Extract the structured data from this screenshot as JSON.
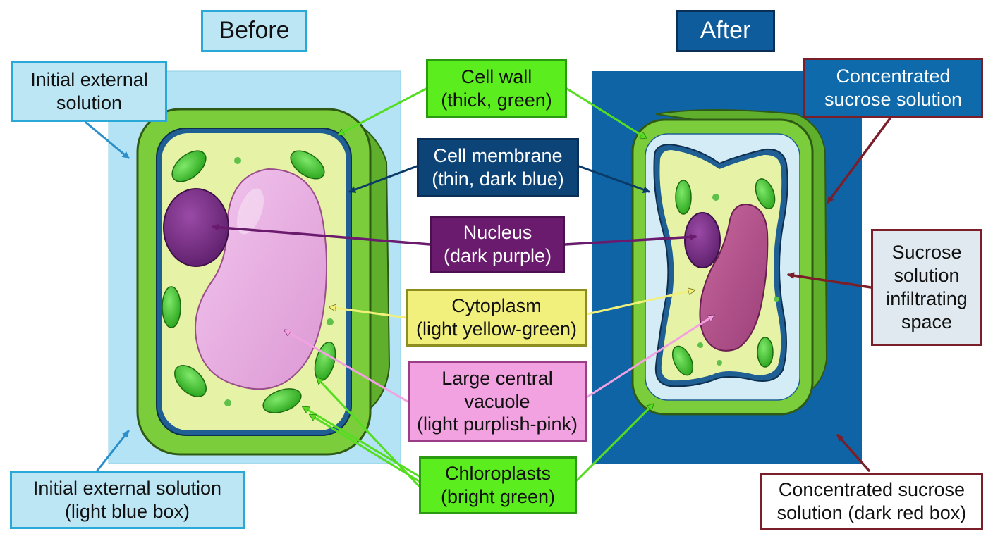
{
  "headings": {
    "before": "Before",
    "after": "After"
  },
  "labels": {
    "initial_external_solution": [
      "Initial external",
      "solution"
    ],
    "initial_external_solution_box": [
      "Initial external solution",
      "(light blue box)"
    ],
    "cell_wall": [
      "Cell wall",
      "(thick, green)"
    ],
    "cell_membrane": [
      "Cell membrane",
      "(thin, dark blue)"
    ],
    "nucleus": [
      "Nucleus",
      "(dark purple)"
    ],
    "cytoplasm": [
      "Cytoplasm",
      "(light yellow-green)"
    ],
    "vacuole": [
      "Large central",
      "vacuole",
      "(light purplish-pink)"
    ],
    "chloroplasts": [
      "Chloroplasts",
      "(bright green)"
    ],
    "concentrated_sucrose_solution": [
      "Concentrated",
      "sucrose solution"
    ],
    "sucrose_infiltrating": [
      "Sucrose",
      "solution",
      "infiltrating",
      "space"
    ],
    "concentrated_sucrose_box": [
      "Concentrated sucrose",
      "solution (dark red box)"
    ]
  },
  "colors": {
    "initial_solution": "#b3e3f4",
    "concentrated_solution": "#0f64a6",
    "cell_wall": "#7ccd3c",
    "cell_membrane": "#1f5f94",
    "cytoplasm": "#e6f3a6",
    "nucleus": "#7a2f8a",
    "vacuole_before": "#e7a8df",
    "vacuole_after": "#b34f8c",
    "chloroplast": "#3fbf2a",
    "infiltrating_space": "#d4ecf6",
    "arrow_dark_red": "#7a1f2a"
  }
}
